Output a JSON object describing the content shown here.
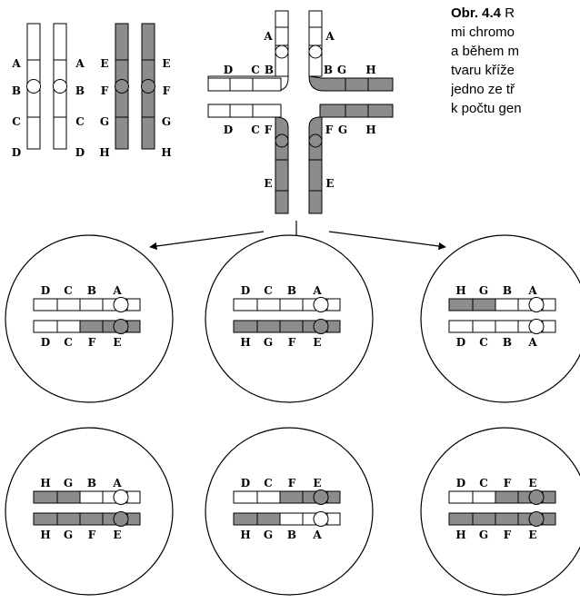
{
  "caption": {
    "label": "Obr. 4.4",
    "lines": [
      "R",
      "mi chromo",
      "a během m",
      "tvaru kříže",
      "jedno ze tř",
      "k počtu gen"
    ]
  },
  "colors": {
    "light": "#ffffff",
    "dark": "#8c8c8c",
    "stroke": "#000000"
  },
  "chromosomes": [
    {
      "genes": [
        "A",
        "B",
        "C",
        "D"
      ],
      "shade": "light"
    },
    {
      "genes": [
        "A",
        "B",
        "C",
        "D"
      ],
      "shade": "light"
    },
    {
      "genes": [
        "E",
        "F",
        "G",
        "H"
      ],
      "shade": "dark"
    },
    {
      "genes": [
        "E",
        "F",
        "G",
        "H"
      ],
      "shade": "dark"
    }
  ],
  "cross": {
    "top_left_labels": [
      "A",
      "D",
      "C",
      "B"
    ],
    "top_right_labels": [
      "A",
      "B",
      "G",
      "H"
    ],
    "bottom_left_labels": [
      "D",
      "C",
      "F",
      "E"
    ],
    "bottom_right_labels": [
      "F",
      "G",
      "H",
      "E"
    ]
  },
  "results": [
    {
      "top": {
        "labels": [
          "D",
          "C",
          "B",
          "A"
        ],
        "shades": [
          "light",
          "light",
          "light",
          "light"
        ]
      },
      "bottom": {
        "labels": [
          "D",
          "C",
          "F",
          "E"
        ],
        "shades": [
          "light",
          "light",
          "dark",
          "dark"
        ]
      }
    },
    {
      "top": {
        "labels": [
          "D",
          "C",
          "B",
          "A"
        ],
        "shades": [
          "light",
          "light",
          "light",
          "light"
        ]
      },
      "bottom": {
        "labels": [
          "H",
          "G",
          "F",
          "E"
        ],
        "shades": [
          "dark",
          "dark",
          "dark",
          "dark"
        ]
      }
    },
    {
      "top": {
        "labels": [
          "H",
          "G",
          "B",
          "A"
        ],
        "shades": [
          "dark",
          "dark",
          "light",
          "light"
        ]
      },
      "bottom": {
        "labels": [
          "D",
          "C",
          "B",
          "A"
        ],
        "shades": [
          "light",
          "light",
          "light",
          "light"
        ]
      }
    },
    {
      "top": {
        "labels": [
          "H",
          "G",
          "B",
          "A"
        ],
        "shades": [
          "dark",
          "dark",
          "light",
          "light"
        ]
      },
      "bottom": {
        "labels": [
          "H",
          "G",
          "F",
          "E"
        ],
        "shades": [
          "dark",
          "dark",
          "dark",
          "dark"
        ]
      }
    },
    {
      "top": {
        "labels": [
          "D",
          "C",
          "F",
          "E"
        ],
        "shades": [
          "light",
          "light",
          "dark",
          "dark"
        ]
      },
      "bottom": {
        "labels": [
          "H",
          "G",
          "B",
          "A"
        ],
        "shades": [
          "dark",
          "dark",
          "light",
          "light"
        ]
      }
    },
    {
      "top": {
        "labels": [
          "D",
          "C",
          "F",
          "E"
        ],
        "shades": [
          "light",
          "light",
          "dark",
          "dark"
        ]
      },
      "bottom": {
        "labels": [
          "H",
          "G",
          "F",
          "E"
        ],
        "shades": [
          "dark",
          "dark",
          "dark",
          "dark"
        ]
      }
    }
  ]
}
